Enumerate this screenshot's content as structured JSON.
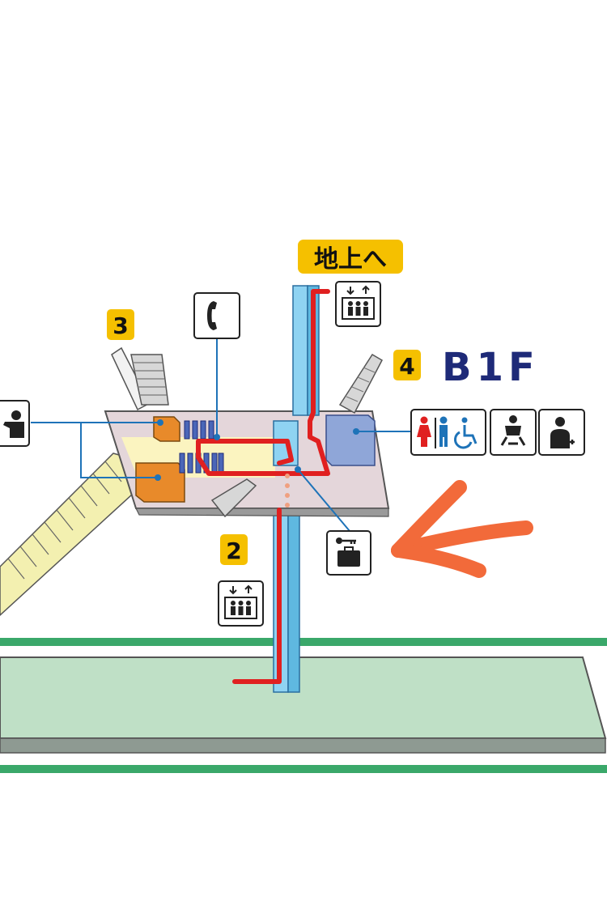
{
  "labels": {
    "to_ground": "地上へ",
    "floor": "B1F",
    "exit_2": "2",
    "exit_3": "3",
    "exit_4": "4"
  },
  "icons": [
    "elevator-icon",
    "telephone-icon",
    "station-staff-icon",
    "toilet-women-icon",
    "toilet-men-icon",
    "accessible-toilet-icon",
    "baby-changing-icon",
    "first-aid-icon",
    "coin-locker-icon"
  ],
  "colors": {
    "route": "#e02020",
    "elevator_shaft": "#8fd3f2",
    "exit_badge": "#f5c000",
    "floor_label": "#1e2a78",
    "track_stripe": "#3aa86a",
    "platform": "#bfe0c6",
    "annotation_arrow": "#f26a3a"
  }
}
